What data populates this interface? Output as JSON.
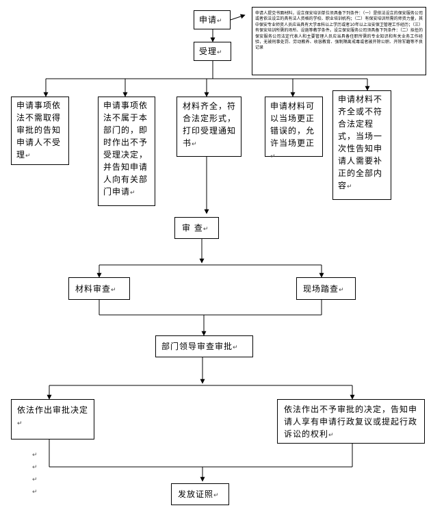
{
  "nodes": {
    "apply": "申请",
    "note": "申请人提交书面材料，设立保安培训单位须具备下列条件：（一）是依法设立的保安服务公司或者依法设立的具有法人资格的学校、职业培训机构；（二）有保安培训所需的师资力量，其中保安专业师资人员应当具有大学本科以上学历或者10年以上治安保卫管理工作经历；（三）有保安培训所需的场所、设施等教学条件。设立保安服务公司须具备下列条件：（二）拟任的保安服务公司法定代表人和主要管理人员应当具备任职所需的专业知识和有关业务工作经验，无被刑事处罚、劳动教养、收容教育、强制隔离戒毒或者被开除公职、开除军籍等不良记录",
    "accept": "受理",
    "b1": "申请事项依法不需取得审批的告知申请人不受理",
    "b2": "申请事项依法不属于本部门的，即时作出不予受理决定，并告知申请人向有关部门申请",
    "b3": "材料齐全，符合法定形式，打印受理通知书",
    "b4": "申请材料可以当场更正错误的，允许当场更正",
    "b5": "申请材料不齐全或不符合法定程式，当场一次性告知申请人需要补正的全部内容",
    "review": "审 查",
    "material_review": "材料审查",
    "site_review": "现场踏查",
    "leader": "部门领导审查审批",
    "approve": "依法作出审批决定",
    "reject": "依法作出不予审批的决定，告知申请人享有申请行政复议或提起行政诉讼的权利",
    "issue": "发放证照"
  },
  "mark": "↵"
}
